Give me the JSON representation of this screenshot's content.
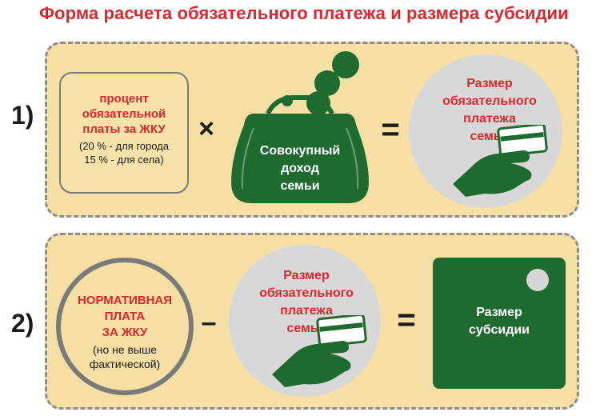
{
  "title": "Форма расчета обязательного платежа и размера субсидии",
  "colors": {
    "title_red": "#e0262b",
    "panel_bg": "#f5dfa4",
    "dark_green": "#1f6a2f",
    "circle_grey": "#d8d8d8"
  },
  "row1": {
    "number": "1)",
    "percent_box": {
      "line1": "процент",
      "line2": "обязательной",
      "line3": "платы за ЖКУ",
      "note1": "(20 % - для города",
      "note2": "15 % - для села)"
    },
    "times_sign": "×",
    "purse": {
      "icon": "purse-with-coins-icon",
      "line1": "Совокупный",
      "line2": "доход",
      "line3": "семьи"
    },
    "equals_sign": "=",
    "result": {
      "icon": "hand-with-card-icon",
      "line1": "Размер",
      "line2": "обязательного",
      "line3": "платежа",
      "line4": "семьи"
    }
  },
  "row2": {
    "number": "2)",
    "norm": {
      "line1": "НОРМАТИВНАЯ",
      "line2": "ПЛАТА",
      "line3": "ЗА ЖКУ",
      "note1": "(но не выше",
      "note2": "фактической)"
    },
    "minus_sign": "–",
    "payment": {
      "icon": "hand-with-card-icon",
      "line1": "Размер",
      "line2": "обязательного",
      "line3": "платежа",
      "line4": "семьи"
    },
    "equals_sign": "=",
    "subsidy": {
      "line1": "Размер",
      "line2": "субсидии"
    }
  }
}
